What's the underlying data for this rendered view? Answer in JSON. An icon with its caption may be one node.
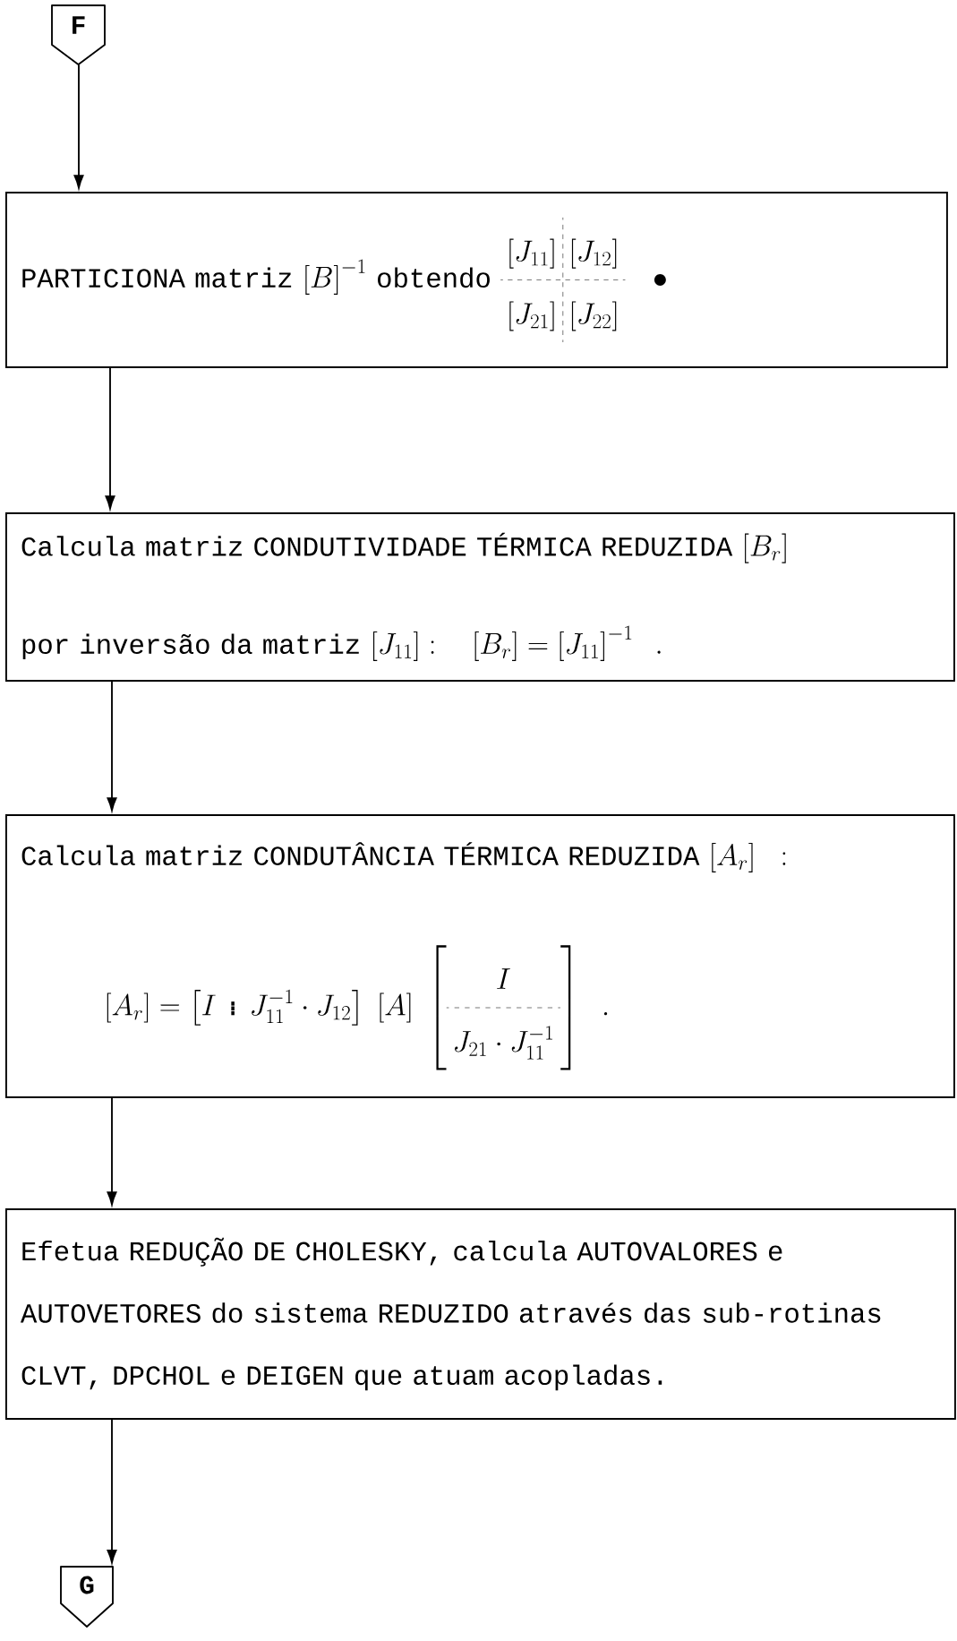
{
  "diagram": {
    "nodes": [
      {
        "text": [
          "F"
        ]
      },
      {
        "text": [
          "PARTICIONA matriz",
          "\\left[B\\right]^{-1}",
          "obtendo",
          "\\begin{array}{c:c}\\left[J_{11}\\right] & \\left[J_{12}\\right] \\\\ \\hdashline \\left[J_{21}\\right] & \\left[J_{22}\\right]\\end{array}\\quad\\bullet"
        ]
      },
      {
        "text": [
          "Calcula matriz CONDUTIVIDADE TÉRMICA REDUZIDA",
          "\\left[B_r\\right]",
          "por inversão da matriz",
          "\\left[J_{11}\\right]:\\quad\\left[B_r\\right] = \\left[J_{11}\\right]^{-1}\\;\\;."
        ]
      },
      {
        "text": [
          "Calcula matriz CONDUTÂNCIA TÉRMICA REDUZIDA",
          "\\left[A_r\\right]\\;\\;:",
          "\\left[A_r\\right] = \\left[ I \\;\\vdots\\; J_{11}^{-1}\\cdot J_{12}\\right]\\;\\left[A\\right]\\;\\left[\\begin{array}{c} I \\\\ \\hdashline J_{21}\\cdot J_{11}^{-1}\\end{array}\\right]\\;\\;."
        ]
      },
      {
        "text": [
          "Efetua REDUÇÃO DE CHOLESKY, calcula AUTOVALORES e AUTOVETORES do sistema REDUZIDO através das sub-rotinas CLVT, DPCHOL e DEIGEN que atuam acopladas."
        ]
      },
      {
        "text": [
          "G"
        ]
      }
    ],
    "edges": [
      {
        "from": 0,
        "to": 1,
        "arrow": "to"
      },
      {
        "from": 1,
        "to": 2,
        "arrow": "to"
      },
      {
        "from": 2,
        "to": 3,
        "arrow": "to"
      },
      {
        "from": 3,
        "to": 4,
        "arrow": "to"
      },
      {
        "from": 4,
        "to": 5,
        "arrow": "to"
      }
    ]
  }
}
